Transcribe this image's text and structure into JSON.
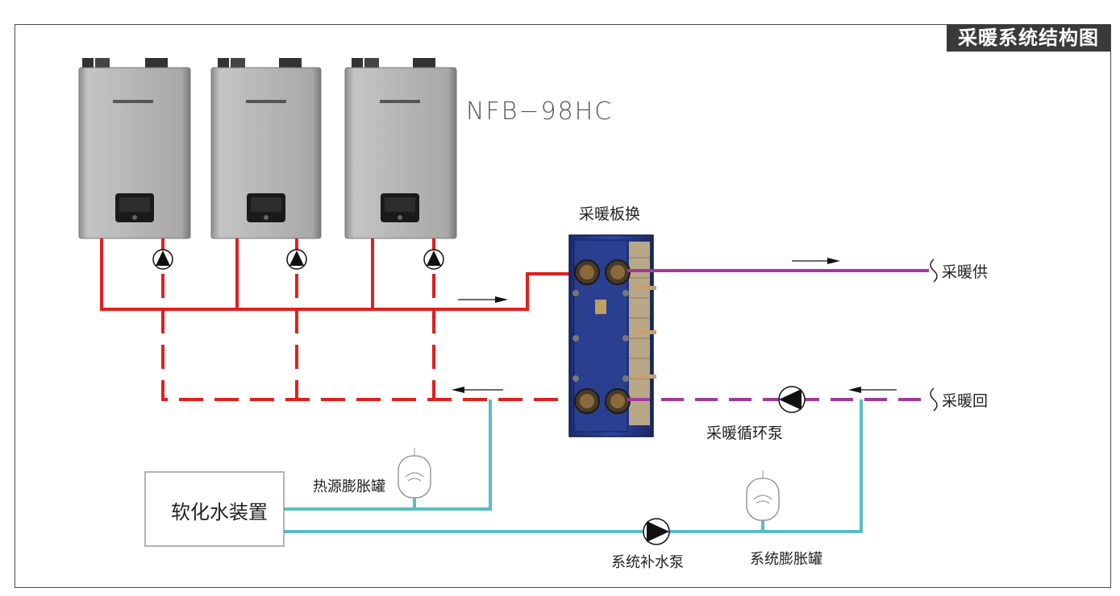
{
  "diagram": {
    "title": "采暖系统结构图",
    "model": "NFB−98HC",
    "labels": {
      "plate_exchanger": "采暖板换",
      "supply": "采暖供",
      "return": "采暖回",
      "circulation_pump": "采暖循环泵",
      "heat_source_tank": "热源膨胀罐",
      "softener": "软化水装置",
      "makeup_pump": "系统补水泵",
      "system_tank": "系统膨胀罐"
    },
    "colors": {
      "primary_loop": "#e02020",
      "secondary_loop": "#a03a9a",
      "makeup_line": "#5bbcc8",
      "boiler_body": "#b8b8b8",
      "exchanger": "#2a3f8f"
    },
    "icons": [
      "boiler-unit",
      "pump-icon",
      "expansion-tank-icon",
      "plate-heat-exchanger",
      "flow-arrow-icon"
    ]
  }
}
